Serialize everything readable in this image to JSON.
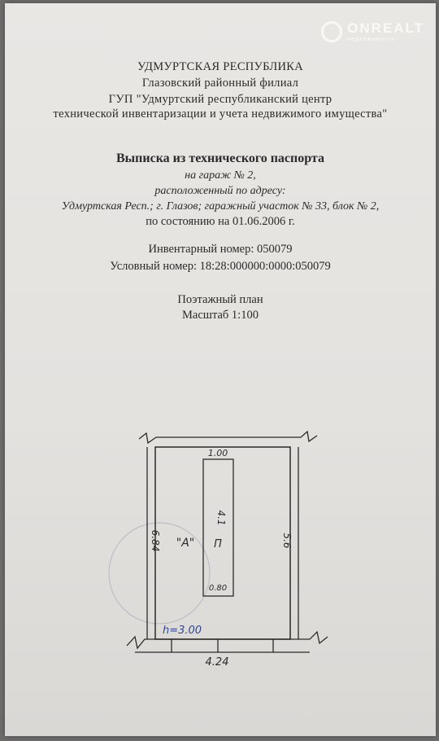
{
  "watermark": {
    "brand": "ONREALT",
    "tagline": "недвижимость"
  },
  "header": {
    "republic": "УДМУРТСКАЯ РЕСПУБЛИКА",
    "branch": "Глазовский районный филиал",
    "org_line1": "ГУП  \"Удмуртский республиканский центр",
    "org_line2": "технической инвентаризации и учета недвижимого имущества\""
  },
  "document": {
    "title": "Выписка из технического паспорта",
    "object": "на гараж № 2,",
    "located": "расположенный  по адресу:",
    "address": "Удмуртская  Респ.; г. Глазов;  гаражный участок № 33, блок № 2,",
    "as_of": "по состоянию на 01.06.2006 г.",
    "inventory_number": "Инвентарный номер: 050079",
    "conditional_number": "Условный номер: 18:28:000000:0000:050079"
  },
  "plan": {
    "title": "Поэтажный план",
    "scale": "Масштаб 1:100",
    "dim_pit_width": "1.00",
    "dim_left": "6.84",
    "dim_right": "5.6",
    "room_label": "\"А\"",
    "pit_length": "4.1",
    "pit_label": "П",
    "pit_width": "0.80",
    "height_note": "h=3.00",
    "dim_bottom": "4.24"
  }
}
